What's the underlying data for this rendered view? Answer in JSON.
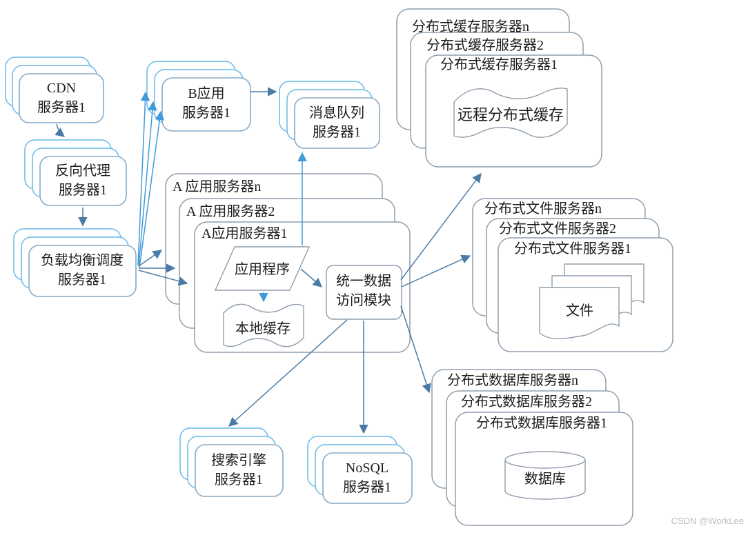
{
  "watermark": "CSDN @WorkLee",
  "colors": {
    "box_front_border": "#86aac6",
    "box_back_border": "#67b9e7",
    "big_box_border": "#8f9dab",
    "arrow_dark": "#4a7ba6",
    "arrow_light": "#3f9ad8",
    "text": "#1c1c1c",
    "watermark": "#b9bdc2"
  },
  "nodes": {
    "cdn": {
      "line1": "CDN",
      "line2": "服务器1"
    },
    "reverse_proxy": {
      "line1": "反向代理",
      "line2": "服务器1"
    },
    "load_balancer": {
      "line1": "负载均衡调度",
      "line2": "服务器1"
    },
    "app_b": {
      "line1": "B应用",
      "line2": "服务器1"
    },
    "message_queue": {
      "line1": "消息队列",
      "line2": "服务器1"
    },
    "app_a": {
      "layer_n": "A 应用服务器n",
      "layer_2": "A 应用服务器2",
      "layer_1": "A应用服务器1"
    },
    "application": {
      "label": "应用程序"
    },
    "local_cache": {
      "label": "本地缓存"
    },
    "data_access": {
      "line1": "统一数据",
      "line2": "访问模块"
    },
    "dist_cache": {
      "layer_n": "分布式缓存服务器n",
      "layer_2": "分布式缓存服务器2",
      "layer_1": "分布式缓存服务器1",
      "inner": "远程分布式缓存"
    },
    "dist_file": {
      "layer_n": "分布式文件服务器n",
      "layer_2": "分布式文件服务器2",
      "layer_1": "分布式文件服务器1",
      "inner": "文件"
    },
    "dist_db": {
      "layer_n": "分布式数据库服务器n",
      "layer_2": "分布式数据库服务器2",
      "layer_1": "分布式数据库服务器1",
      "inner": "数据库"
    },
    "search_engine": {
      "line1": "搜索引擎",
      "line2": "服务器1"
    },
    "nosql": {
      "line1": "NoSQL",
      "line2": "服务器1"
    }
  }
}
